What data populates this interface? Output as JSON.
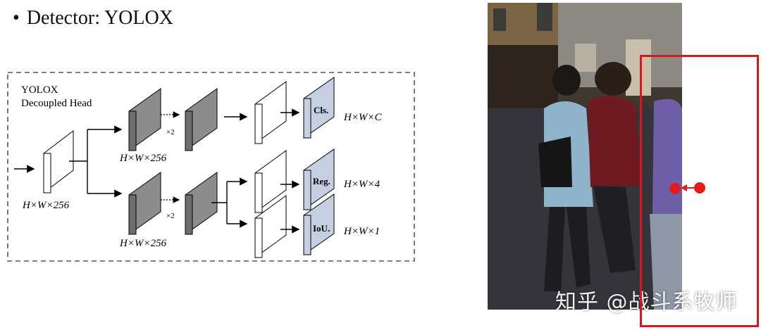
{
  "slide": {
    "bullet": "•",
    "title": "Detector: YOLOX"
  },
  "diagram": {
    "block_title_line1": "YOLOX",
    "block_title_line2": "Decoupled Head",
    "input_label": "H×W×256",
    "upper_branch_label": "H×W×256",
    "lower_branch_label": "H×W×256",
    "repeat_upper": "×2",
    "repeat_lower": "×2",
    "cls_box": "Cls.",
    "reg_box": "Reg.",
    "iou_box": "IoU.",
    "cls_output": "H×W×C",
    "reg_output": "H×W×4",
    "iou_output": "H×W×1",
    "colors": {
      "dark_block": "#8c8c8c",
      "light_block": "#ffffff",
      "head_block": "#c5cfe1",
      "border": "#555555"
    }
  },
  "photo": {
    "watermark": "知乎 @战斗系牧师",
    "colors": {
      "bbox": "#d8161b",
      "keypoint": "#e41b1b"
    }
  }
}
